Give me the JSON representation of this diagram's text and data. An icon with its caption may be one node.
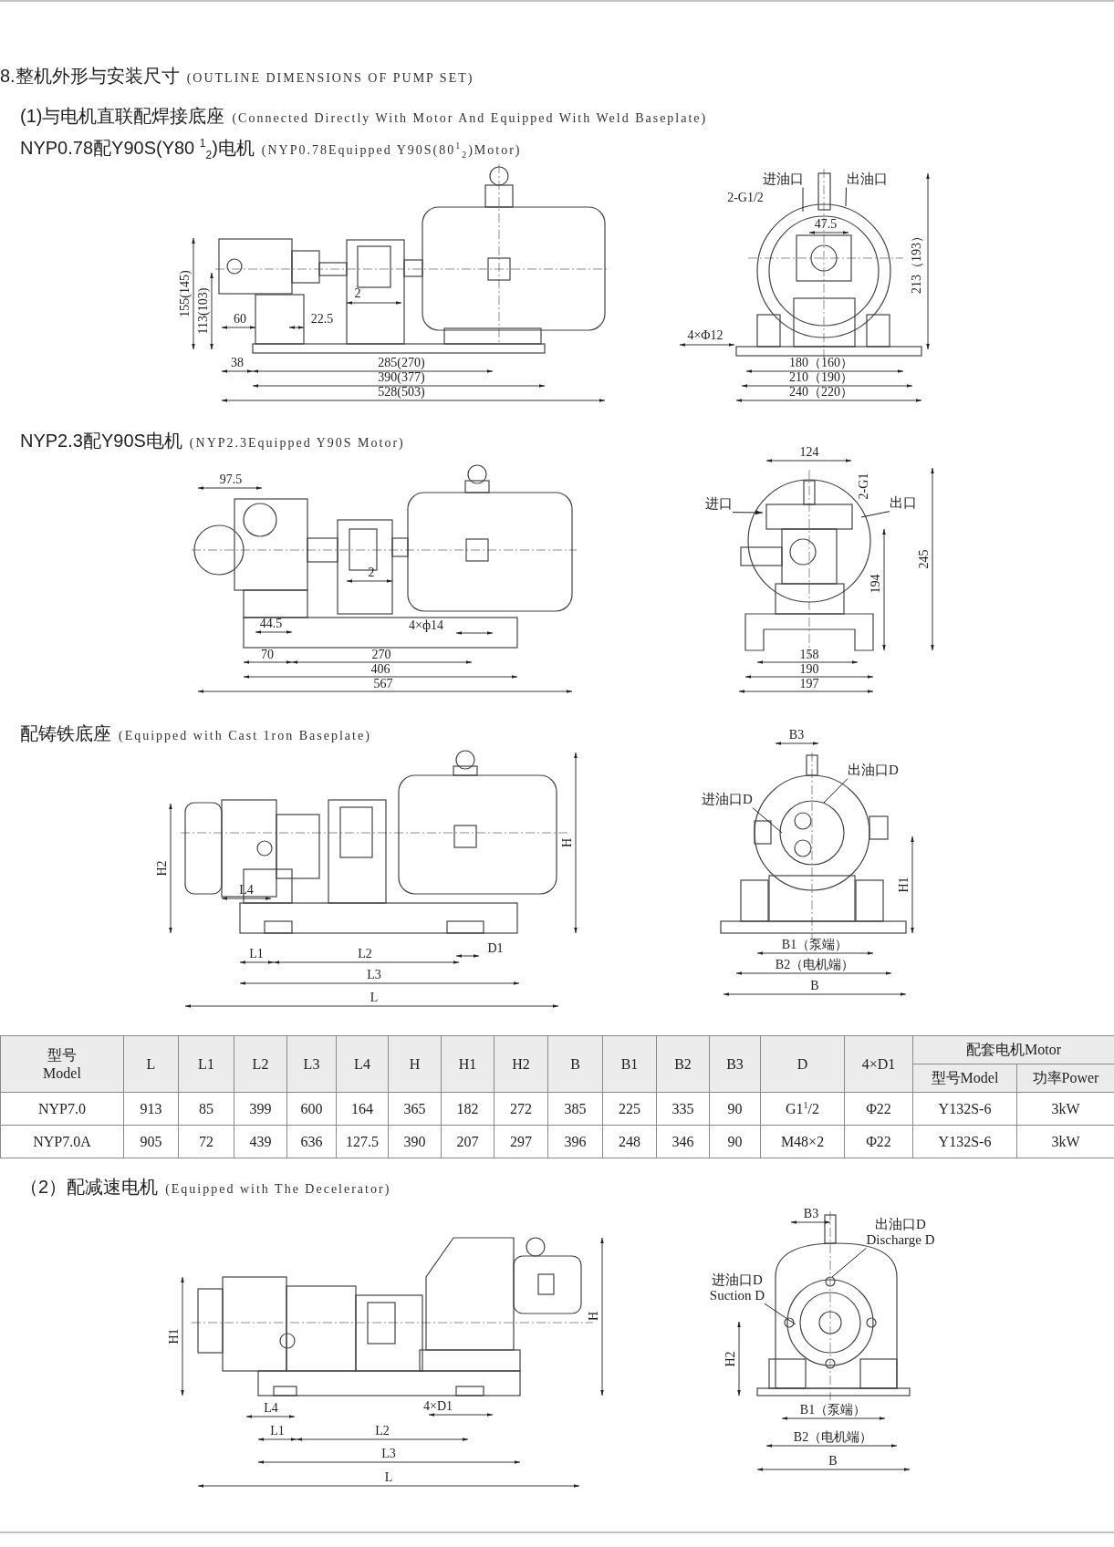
{
  "diagram": {
    "title": "8.整机外形与安装尺寸",
    "nodes": [
      {
        "text": [
          "进油口"
        ]
      },
      {
        "text": [
          "出油口"
        ]
      },
      {
        "text": [
          "进口"
        ]
      },
      {
        "text": [
          "出口"
        ]
      },
      {
        "text": [
          "出油口D"
        ]
      },
      {
        "text": [
          "进油口D"
        ]
      },
      {
        "text": [
          "出油口D",
          "Discharge D"
        ]
      },
      {
        "text": [
          "进油口D",
          "Suction D"
        ]
      }
    ],
    "edges": [
      {
        "from": 0,
        "to": null,
        "arrow": "none"
      },
      {
        "from": 1,
        "to": null,
        "arrow": "none"
      },
      {
        "from": 2,
        "to": null,
        "arrow": "to"
      },
      {
        "from": 3,
        "to": null,
        "arrow": "none"
      },
      {
        "from": 4,
        "to": null,
        "arrow": "none"
      },
      {
        "from": 5,
        "to": null,
        "arrow": "none"
      },
      {
        "from": 6,
        "to": null,
        "arrow": "none"
      },
      {
        "from": 7,
        "to": null,
        "arrow": "none"
      }
    ],
    "labels": [
      "(OUTLINE DIMENSIONS OF PUMP SET)",
      "(1)与电机直联配焊接底座",
      "(Connected Directly With Motor And Equipped With Weld Baseplate)",
      "NYP0.78配Y90S(Y80 $^{1}$$_{2}$)电机",
      "(NYP0.78Equipped Y90S(80$^{1}$$_{2}$)Motor)",
      "2-G1/2",
      "47.5",
      "155(145)",
      "113(103)",
      "213（193）",
      "2",
      "60",
      "22.5",
      "4×Φ12",
      "38",
      "285(270)",
      "180（160）",
      "390(377)",
      "210（190）",
      "528(503)",
      "240（220）",
      "NYP2.3配Y90S电机",
      "(NYP2.3Equipped Y90S Motor)",
      "124",
      "97.5",
      "2-G1",
      "245",
      "194",
      "2",
      "44.5",
      "4×ф14",
      "70",
      "270",
      "158",
      "406",
      "190",
      "567",
      "197",
      "配铸铁底座",
      "(Equipped with Cast 1ron Baseplate)",
      "B3",
      "H",
      "H2",
      "H1",
      "L4",
      "L1",
      "L2",
      "D1",
      "B1（泵端）",
      "L3",
      "B2（电机端）",
      "L",
      "B",
      "型号 Model",
      "L",
      "L1",
      "L2",
      "L3",
      "L4",
      "H",
      "H1",
      "H2",
      "B",
      "B1",
      "B2",
      "B3",
      "D",
      "4×D1",
      "配套电机Motor",
      "型号Model",
      "功率Power",
      "NYP7.0",
      "913",
      "85",
      "399",
      "600",
      "164",
      "365",
      "182",
      "272",
      "385",
      "225",
      "335",
      "90",
      "G1$^{1}$/2",
      "Φ22",
      "Y132S-6",
      "3kW",
      "NYP7.0A",
      "905",
      "72",
      "439",
      "636",
      "127.5",
      "390",
      "207",
      "297",
      "396",
      "248",
      "346",
      "90",
      "M48×2",
      "Φ22",
      "Y132S-6",
      "3kW",
      "（2）配减速电机",
      "(Equipped with The Decelerator)",
      "B3",
      "H",
      "H1",
      "H2",
      "L4",
      "4×D1",
      "L1",
      "L2",
      "B1（泵端）",
      "L3",
      "B2（电机端）",
      "L",
      "B"
    ]
  }
}
